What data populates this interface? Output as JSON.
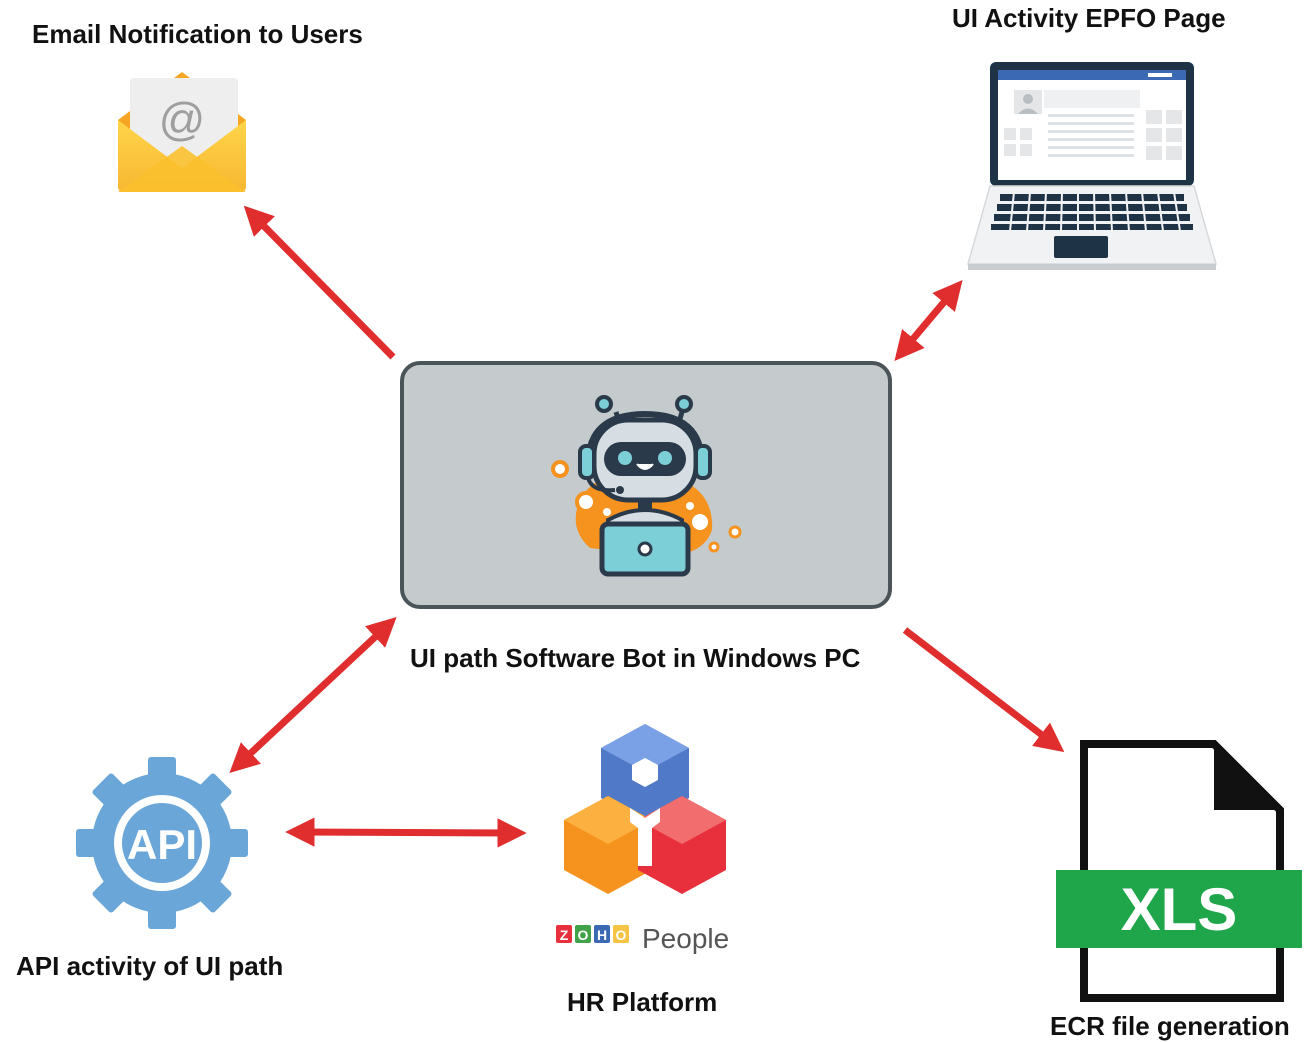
{
  "nodes": {
    "email": {
      "label": "Email Notification to Users",
      "icon": "email-envelope-icon",
      "symbol": "@"
    },
    "ui_activity": {
      "label": "UI Activity EPFO Page",
      "icon": "laptop-icon"
    },
    "bot": {
      "label": "UI path Software Bot in Windows PC",
      "icon": "robot-headset-icon"
    },
    "api": {
      "label": "API activity of UI path",
      "icon": "api-gear-icon",
      "badge": "API"
    },
    "hr": {
      "label": "HR Platform",
      "icon": "zoho-people-logo-icon",
      "brand_letters": [
        "Z",
        "O",
        "H",
        "O"
      ],
      "brand_text": "People"
    },
    "ecr": {
      "label": "ECR file generation",
      "icon": "xls-file-icon",
      "badge": "XLS"
    }
  },
  "colors": {
    "arrow": "#e02d2d",
    "bot_box_fill": "#c5cacc",
    "bot_box_stroke": "#4a5459",
    "gear": "#6aa6d8",
    "xls_green": "#1fa64b"
  }
}
